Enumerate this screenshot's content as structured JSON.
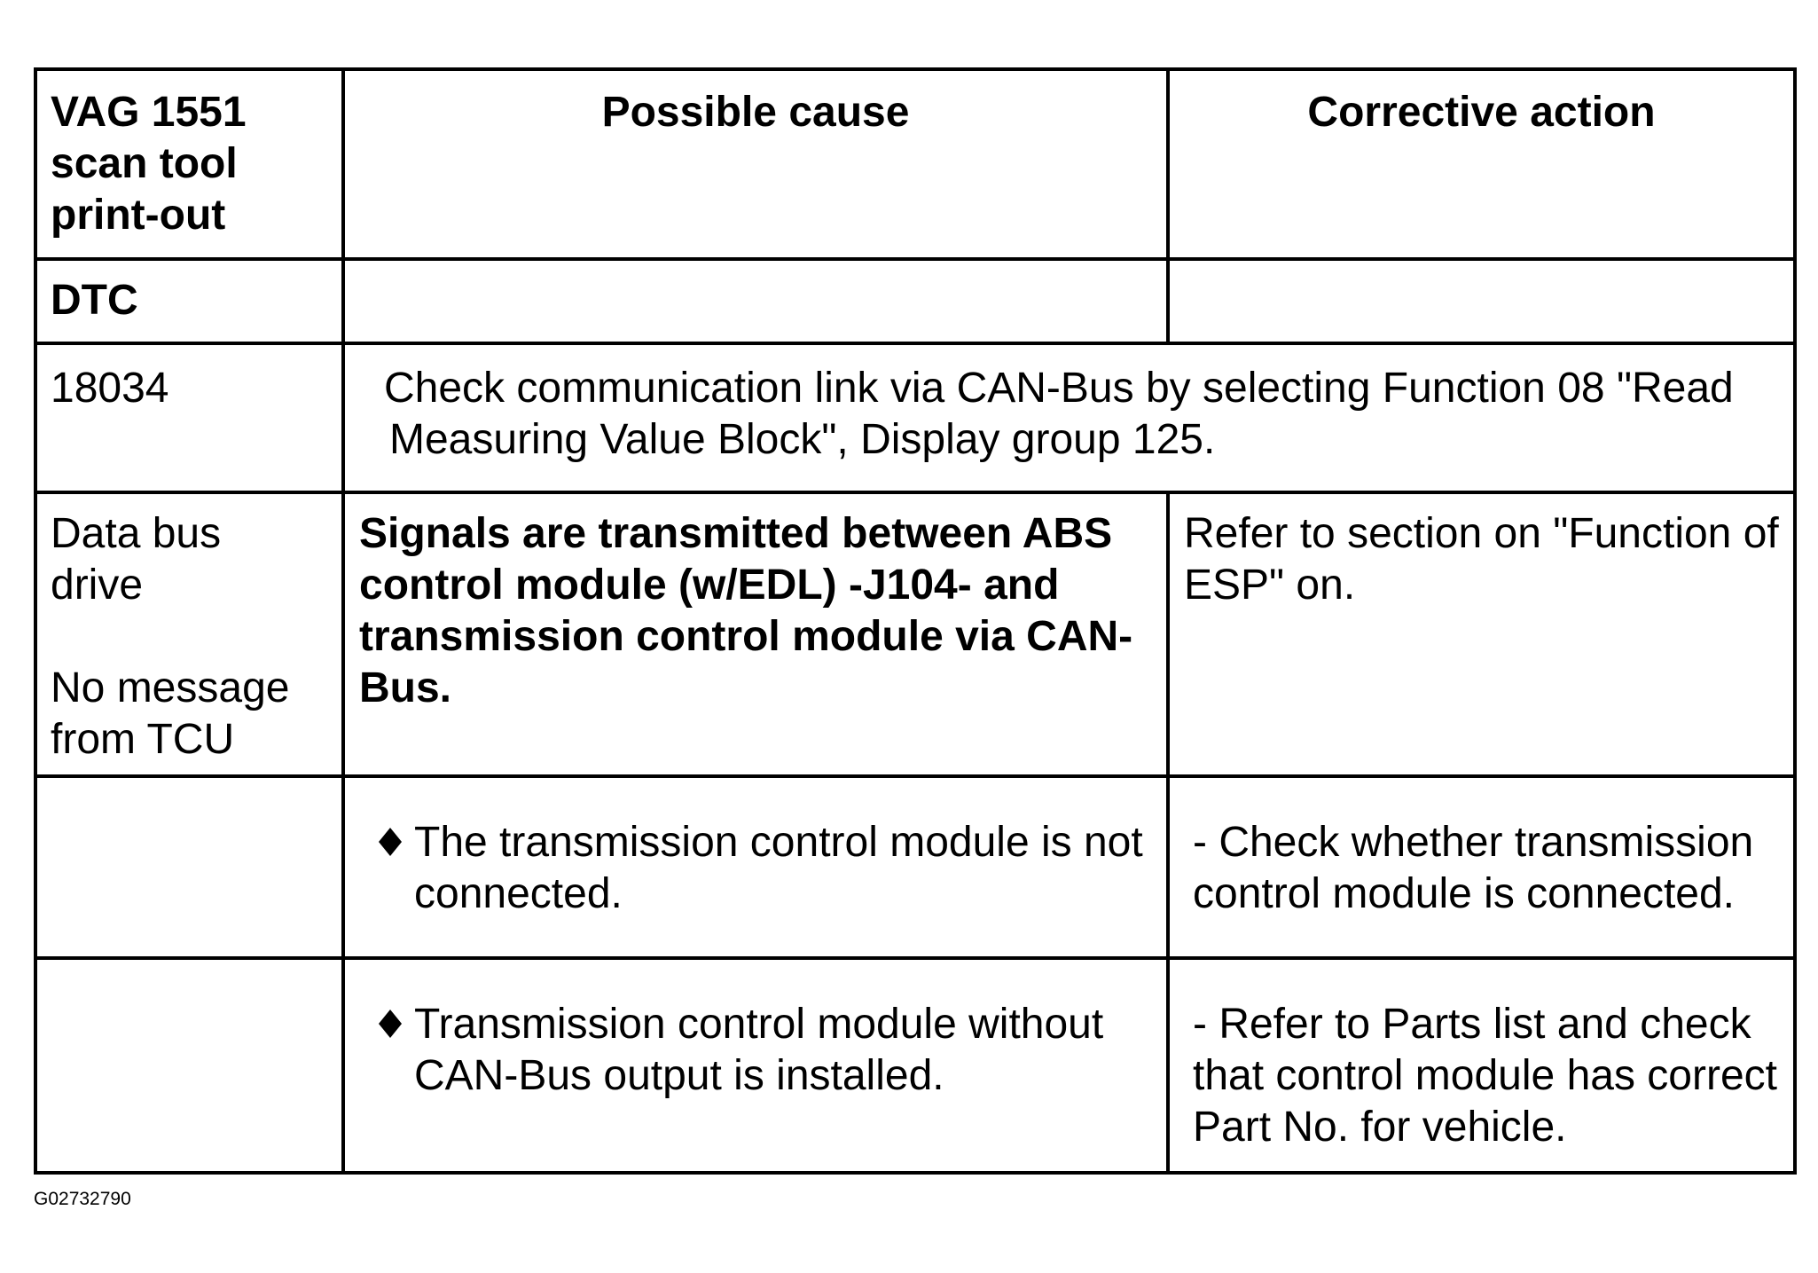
{
  "table": {
    "header": {
      "col1": [
        "VAG 1551",
        "scan tool",
        "print-out"
      ],
      "col2": "Possible cause",
      "col3": "Corrective action"
    },
    "dtc_label": "DTC",
    "code_row": {
      "code": "18034",
      "text_line1": "Check communication link via CAN-Bus by selecting Function 08 \"Read",
      "text_line2": "Measuring Value Block\",  Display group 125."
    },
    "signal_row": {
      "col1_line1": "Data bus",
      "col1_line2": "drive",
      "col1_line3": "No message",
      "col1_line4": "from TCU",
      "cause": "Signals are transmitted between ABS control module (w/EDL) -J104- and transmission control module via CAN-Bus.",
      "action": "Refer to section on \"Function of ESP\" on."
    },
    "rows": [
      {
        "bullet_icon": "diamond-bullet-icon",
        "cause": "The transmission control module is not connected.",
        "action": "- Check whether transmission control module is connected."
      },
      {
        "bullet_icon": "diamond-bullet-icon",
        "cause": "Transmission control module without CAN-Bus output is installed.",
        "action": "- Refer to Parts list and check that control module has correct Part No. for vehicle."
      }
    ]
  },
  "figure_id": "G02732790"
}
